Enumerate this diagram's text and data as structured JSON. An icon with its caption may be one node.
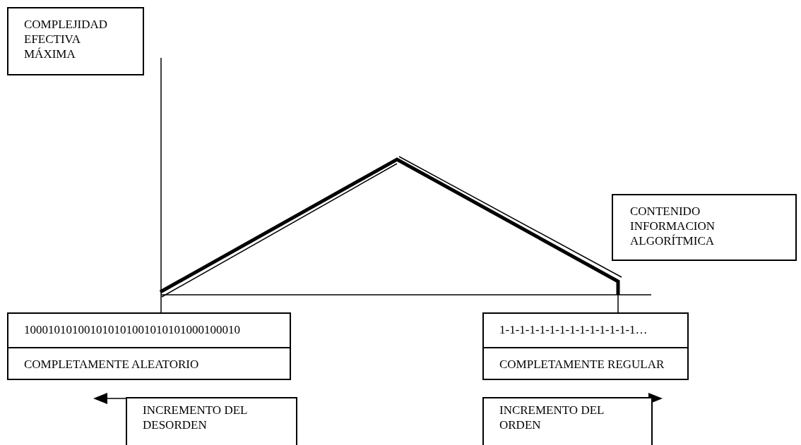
{
  "diagram": {
    "nodes": [
      {
        "text": [
          "COMPLEJIDAD EFECTIVA MÁXIMA"
        ]
      },
      {
        "text": [
          "CONTENIDO INFORMACION ALGORÍTMICA"
        ]
      },
      {
        "text": [
          "100010101001010101001010101000100010",
          "COMPLETAMENTE ALEATORIO"
        ]
      },
      {
        "text": [
          "1-1-1-1-1-1-1-1-1-1-1-1-1-1…",
          "COMPLETAMENTE REGULAR"
        ]
      },
      {
        "text": [
          "INCREMENTO DEL DESORDEN"
        ]
      },
      {
        "text": [
          "INCREMENTO DEL ORDEN"
        ]
      }
    ]
  }
}
